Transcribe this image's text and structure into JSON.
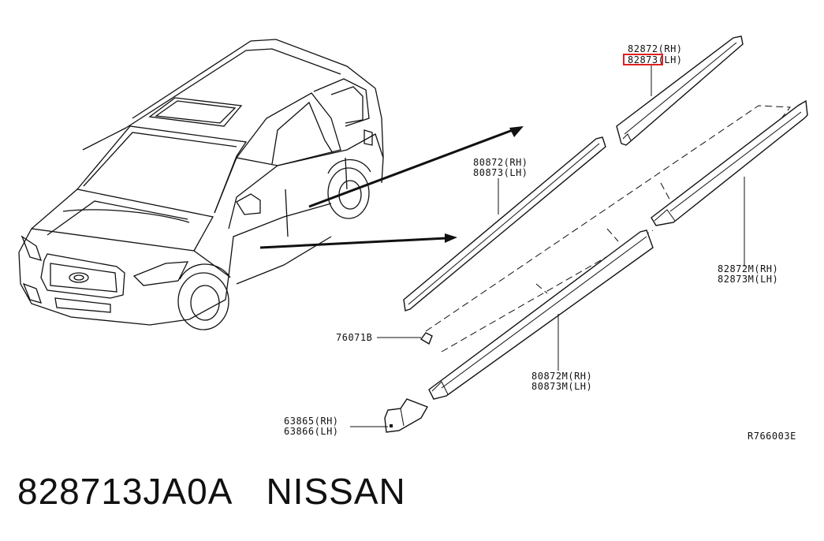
{
  "callouts": {
    "trim_upper_rh": "82872(RH)",
    "trim_upper_lh": "82873(LH)",
    "front_upper_rh": "80872(RH)",
    "front_upper_lh": "80873(LH)",
    "rear_lower_rh": "82872M(RH)",
    "rear_lower_lh": "82873M(LH)",
    "front_lower_rh": "80872M(RH)",
    "front_lower_lh": "80873M(LH)",
    "clip": "76071B",
    "bracket_rh": "63865(RH)",
    "bracket_lh": "63866(LH)"
  },
  "diagram_code": "R766003E",
  "caption": {
    "part_number": "828713JA0A",
    "brand": "NISSAN"
  },
  "highlight_color": "#e02020"
}
